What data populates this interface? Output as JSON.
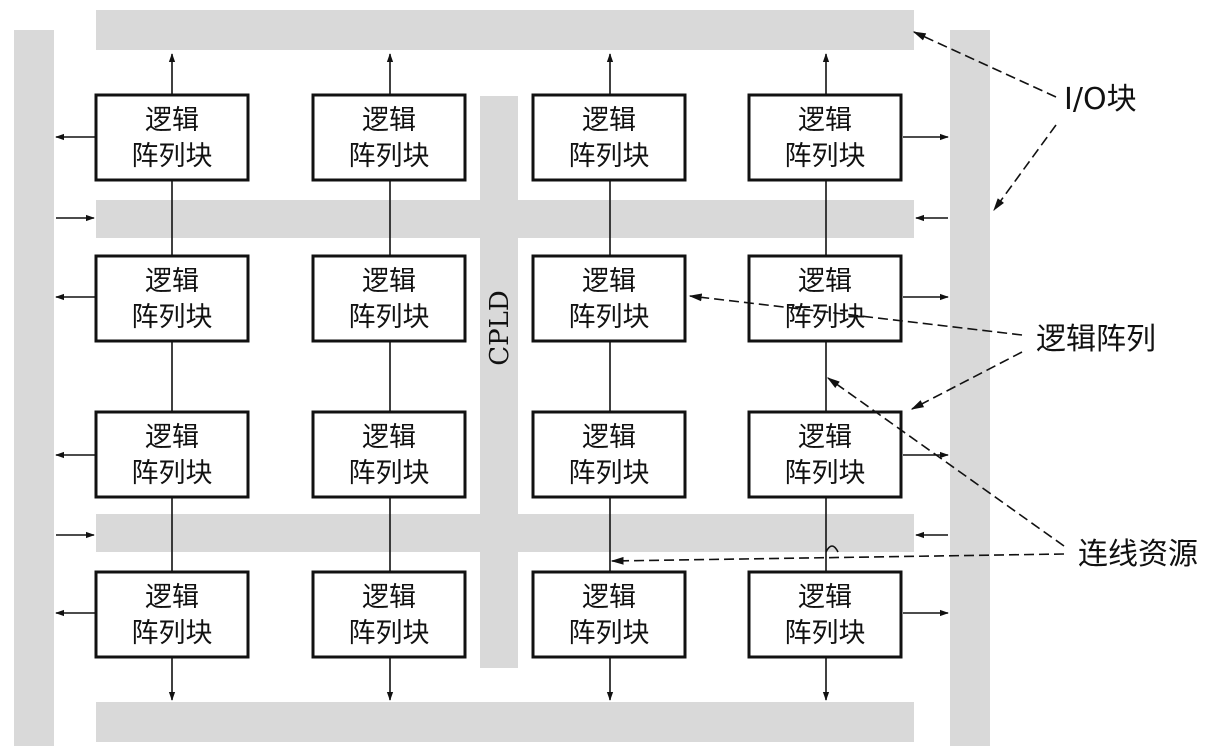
{
  "diagram": {
    "center_label": "CPLD",
    "block_line1": "逻辑",
    "block_line2": "阵列块",
    "callouts": {
      "io": "I/O块",
      "logic_array": "逻辑阵列",
      "interconnect": "连线资源"
    },
    "colors": {
      "bus": "#d9d9d9",
      "line": "#111111",
      "background": "#ffffff"
    }
  }
}
